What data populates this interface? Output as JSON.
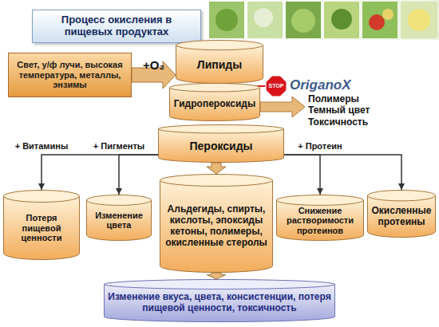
{
  "diagram": {
    "title": "Процесс окисления в пищевых продуктах",
    "nodes": [
      {
        "text": [
          "Свет, у/ф лучи, высокая температура, металлы, энзимы"
        ]
      },
      {
        "text": [
          "Липиды"
        ]
      },
      {
        "text": [
          "Гидропероксиды"
        ]
      },
      {
        "text": [
          "Пероксиды"
        ]
      },
      {
        "text": [
          "Потеря пищевой ценности"
        ]
      },
      {
        "text": [
          "Изменение цвета"
        ]
      },
      {
        "text": [
          "Альдегиды, спирты, кислоты, эпоксиды кетоны, полимеры, окисленные стеролы"
        ]
      },
      {
        "text": [
          "Снижение растворимости протеинов"
        ]
      },
      {
        "text": [
          "Окисленные протеины"
        ]
      },
      {
        "text": [
          "Изменение вкуса, цвета, консистенции, потеря пищевой ценности, токсичность"
        ]
      }
    ],
    "edges": [
      {
        "from": 0,
        "to": 1,
        "arrow": "to",
        "label": "+O₂"
      },
      {
        "from": 3,
        "to": 4,
        "arrow": "to",
        "label": "+ Витамины"
      },
      {
        "from": 3,
        "to": 5,
        "arrow": "to",
        "label": "+ Пигменты"
      },
      {
        "from": 3,
        "to": 6,
        "arrow": "to"
      },
      {
        "from": 3,
        "to": 7,
        "arrow": "to",
        "label": "+ Протеин"
      },
      {
        "from": 3,
        "to": 8,
        "arrow": "to"
      },
      {
        "from": 6,
        "to": 9,
        "arrow": "to"
      }
    ],
    "labels": [
      "STOP",
      "OriganoX",
      "Полимеры Темный цвет Токсичность"
    ]
  }
}
